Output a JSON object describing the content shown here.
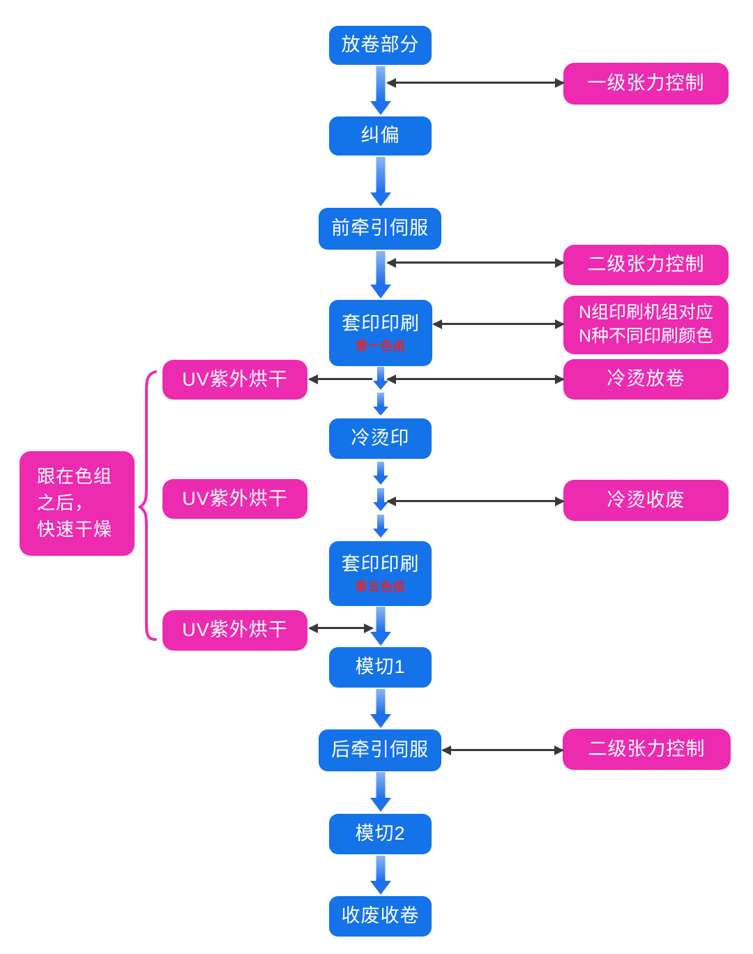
{
  "colors": {
    "node_blue": "#1473E8",
    "node_pink": "#EC2BB1",
    "sublabel_red": "#E4232C",
    "arrow_gradient_light": "#8CB6F1",
    "arrow_gradient_dark": "#1B6FEC",
    "connector_black": "#3a3a3a"
  },
  "main_flow": {
    "nodes": [
      {
        "label": "放卷部分"
      },
      {
        "label": "纠偏"
      },
      {
        "label": "前牵引伺服"
      },
      {
        "label": "套印印刷",
        "sublabel": "第一色组"
      },
      {
        "label": "冷烫印"
      },
      {
        "label": "套印印刷",
        "sublabel": "第五色组"
      },
      {
        "label": "模切1"
      },
      {
        "label": "后牵引伺服"
      },
      {
        "label": "模切2"
      },
      {
        "label": "收废收卷"
      }
    ]
  },
  "right_annotations": [
    {
      "label": "一级张力控制"
    },
    {
      "label": "二级张力控制"
    },
    {
      "lines": [
        "N组印刷机组对应",
        "N种不同印刷颜色"
      ]
    },
    {
      "label": "冷烫放卷"
    },
    {
      "label": "冷烫收废"
    },
    {
      "label": "二级张力控制"
    }
  ],
  "left_annotations": {
    "uv_boxes": [
      "UV紫外烘干",
      "UV紫外烘干",
      "UV紫外烘干"
    ],
    "note_lines": [
      "跟在色组",
      "之后，",
      "快速干燥"
    ]
  }
}
